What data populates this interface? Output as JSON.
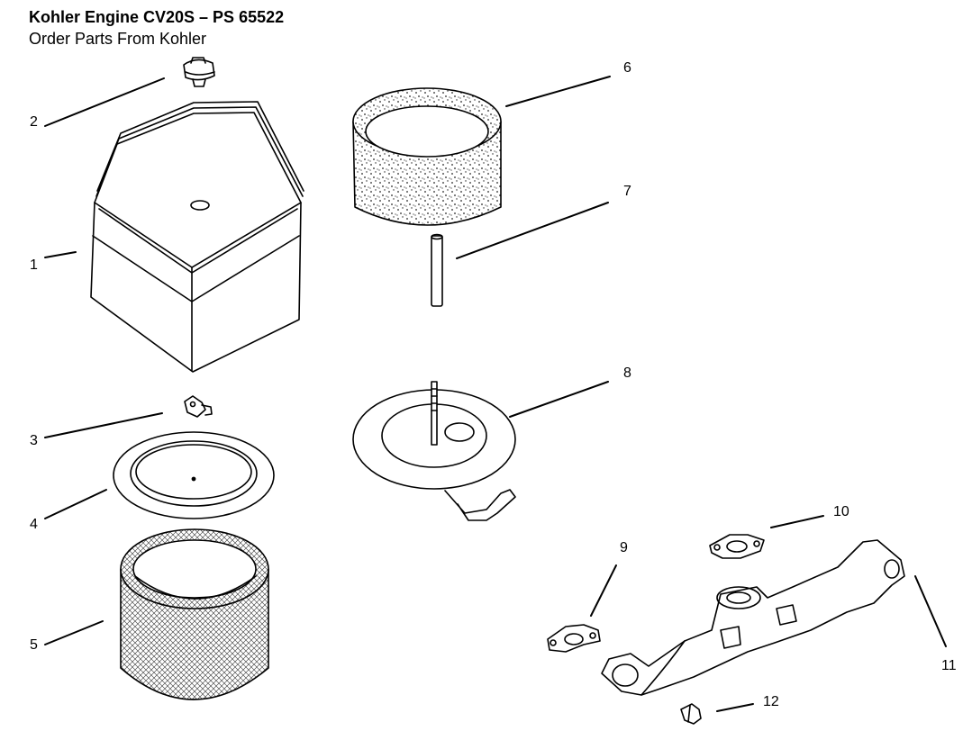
{
  "header": {
    "title": "Kohler Engine CV20S  –  PS 65522",
    "subtitle": "Order Parts From Kohler"
  },
  "callouts": [
    "1",
    "2",
    "3",
    "4",
    "5",
    "6",
    "7",
    "8",
    "9",
    "10",
    "11",
    "12"
  ]
}
